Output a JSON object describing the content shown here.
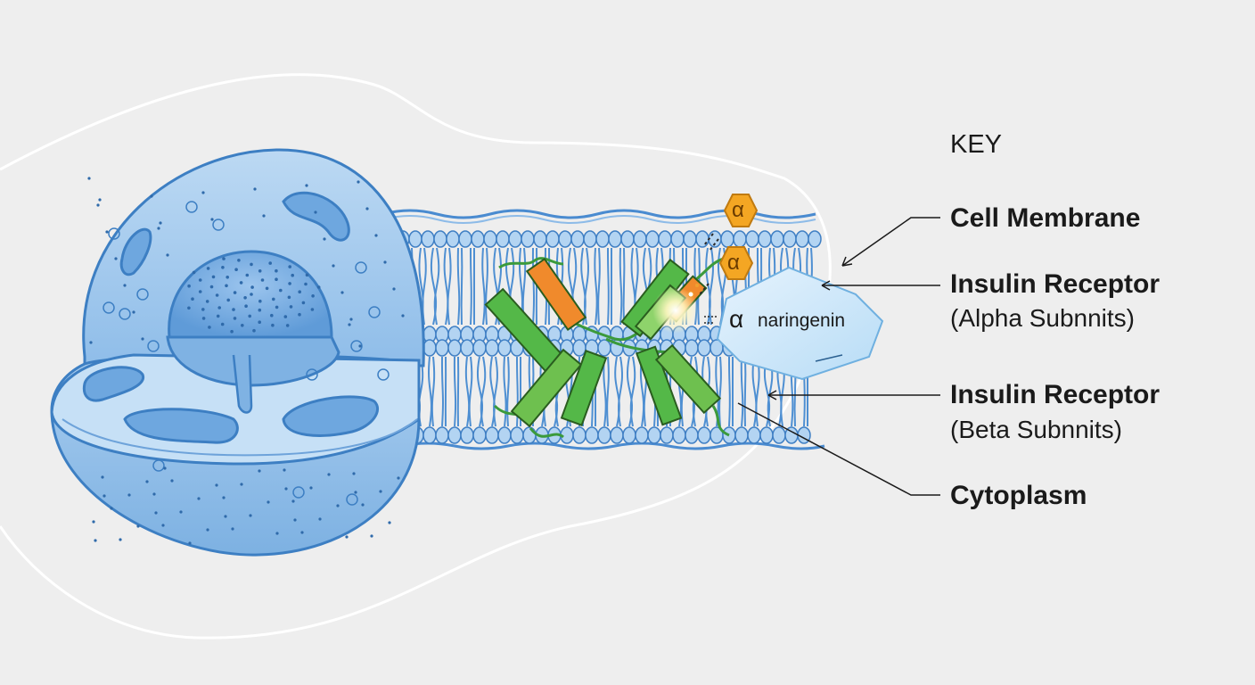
{
  "key": {
    "title": "KEY",
    "cell_membrane": "Cell Membrane",
    "alpha_title": "Insulin Receptor",
    "alpha_sub": "(Alpha Subnnits)",
    "beta_title": "Insulin Receptor",
    "beta_sub": "(Beta Subnnits)",
    "cytoplasm": "Cytoplasm"
  },
  "molecule": {
    "symbol": "α",
    "label": "naringenin"
  },
  "colors": {
    "background": "#eeeeee",
    "cell_blue": "#a8cdee",
    "cell_stroke": "#3d7fc3",
    "receptor_orange": "#f08a2c",
    "receptor_green": "#54b848",
    "molecule_gold": "#f4a623"
  }
}
